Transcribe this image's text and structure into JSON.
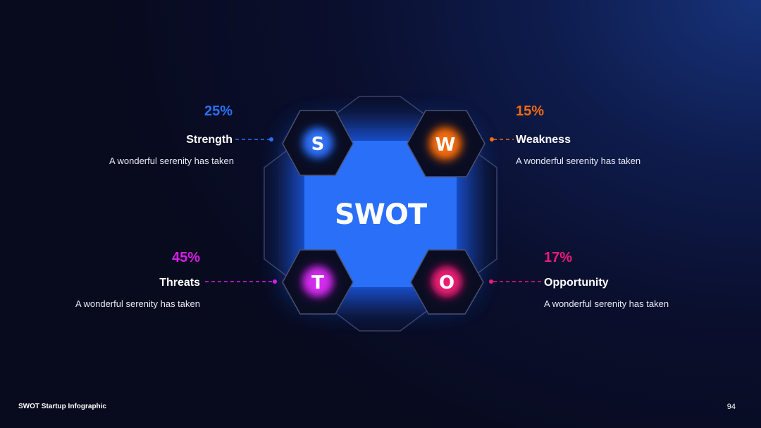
{
  "center": {
    "title": "SWOT"
  },
  "quadrants": [
    {
      "key": "strength",
      "letter": "S",
      "percent": "25%",
      "label": "Strength",
      "description": "A wonderful serenity has taken",
      "color": "#2b6ff6"
    },
    {
      "key": "weakness",
      "letter": "W",
      "percent": "15%",
      "label": "Weakness",
      "description": "A wonderful serenity has taken",
      "color": "#f36b12"
    },
    {
      "key": "threats",
      "letter": "T",
      "percent": "45%",
      "label": "Threats",
      "description": "A wonderful serenity has taken",
      "color": "#d51fe8"
    },
    {
      "key": "opportunity",
      "letter": "O",
      "percent": "17%",
      "label": "Opportunity",
      "description": "A wonderful serenity has taken",
      "color": "#ee1a78"
    }
  ],
  "footer": {
    "title": "SWOT Startup Infographic",
    "page_number": "94"
  }
}
